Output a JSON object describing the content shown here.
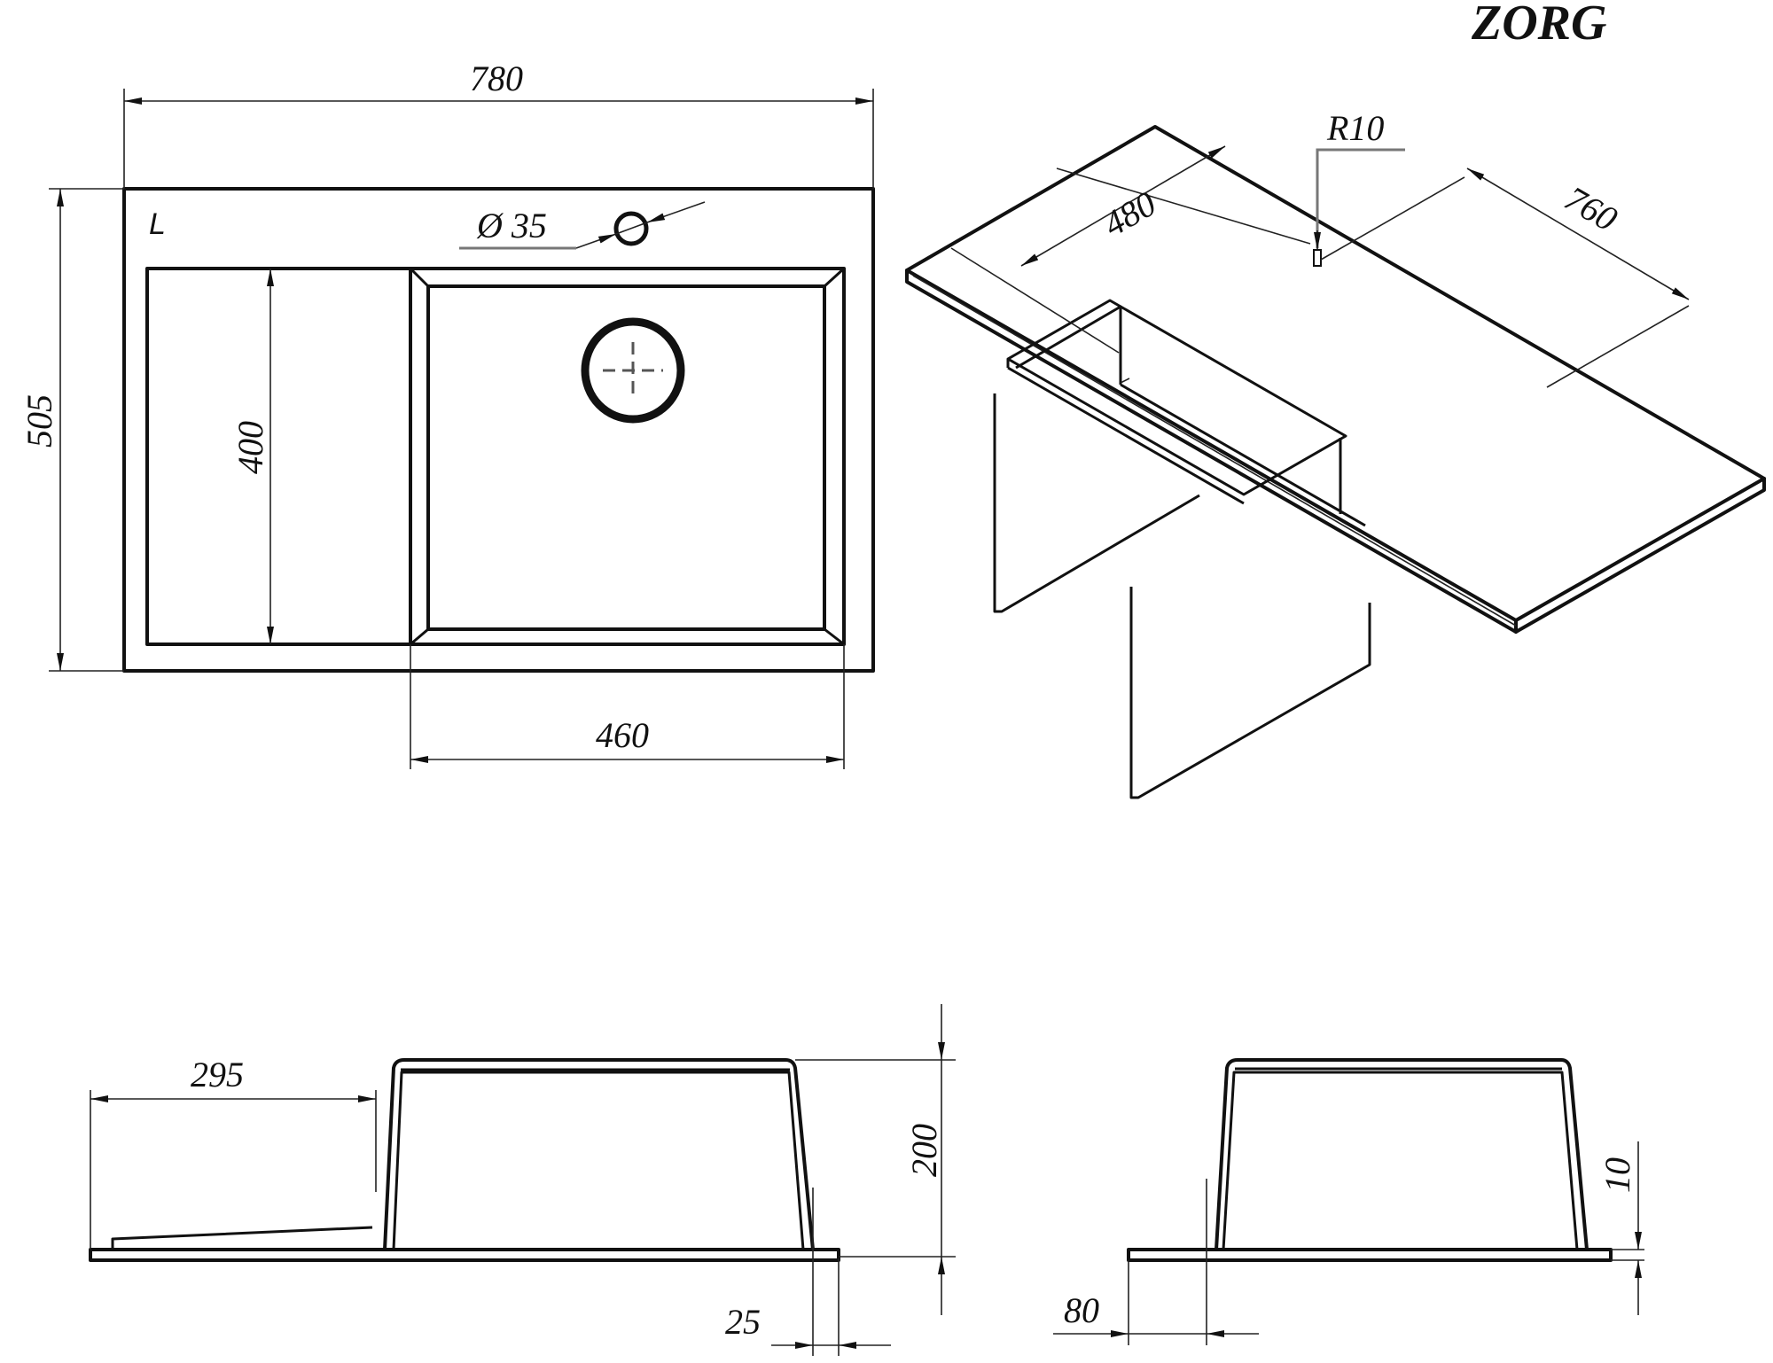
{
  "brand": "ZORG",
  "top_view": {
    "side_label": "L",
    "dims": {
      "overall_width": "780",
      "overall_depth": "505",
      "drainboard_depth": "400",
      "bowl_width": "460",
      "tap_hole_diameter": "Ø 35"
    }
  },
  "iso_view": {
    "dims": {
      "radius": "R10",
      "cutout_depth": "480",
      "cutout_width": "760"
    }
  },
  "front_view": {
    "dims": {
      "drainboard_width": "295",
      "bowl_height": "200",
      "rim_offset": "25"
    }
  },
  "side_view": {
    "dims": {
      "rim_offset": "80",
      "rim_thickness": "10"
    }
  },
  "colors": {
    "line": "#111111",
    "background": "#ffffff",
    "leader": "#777777"
  }
}
